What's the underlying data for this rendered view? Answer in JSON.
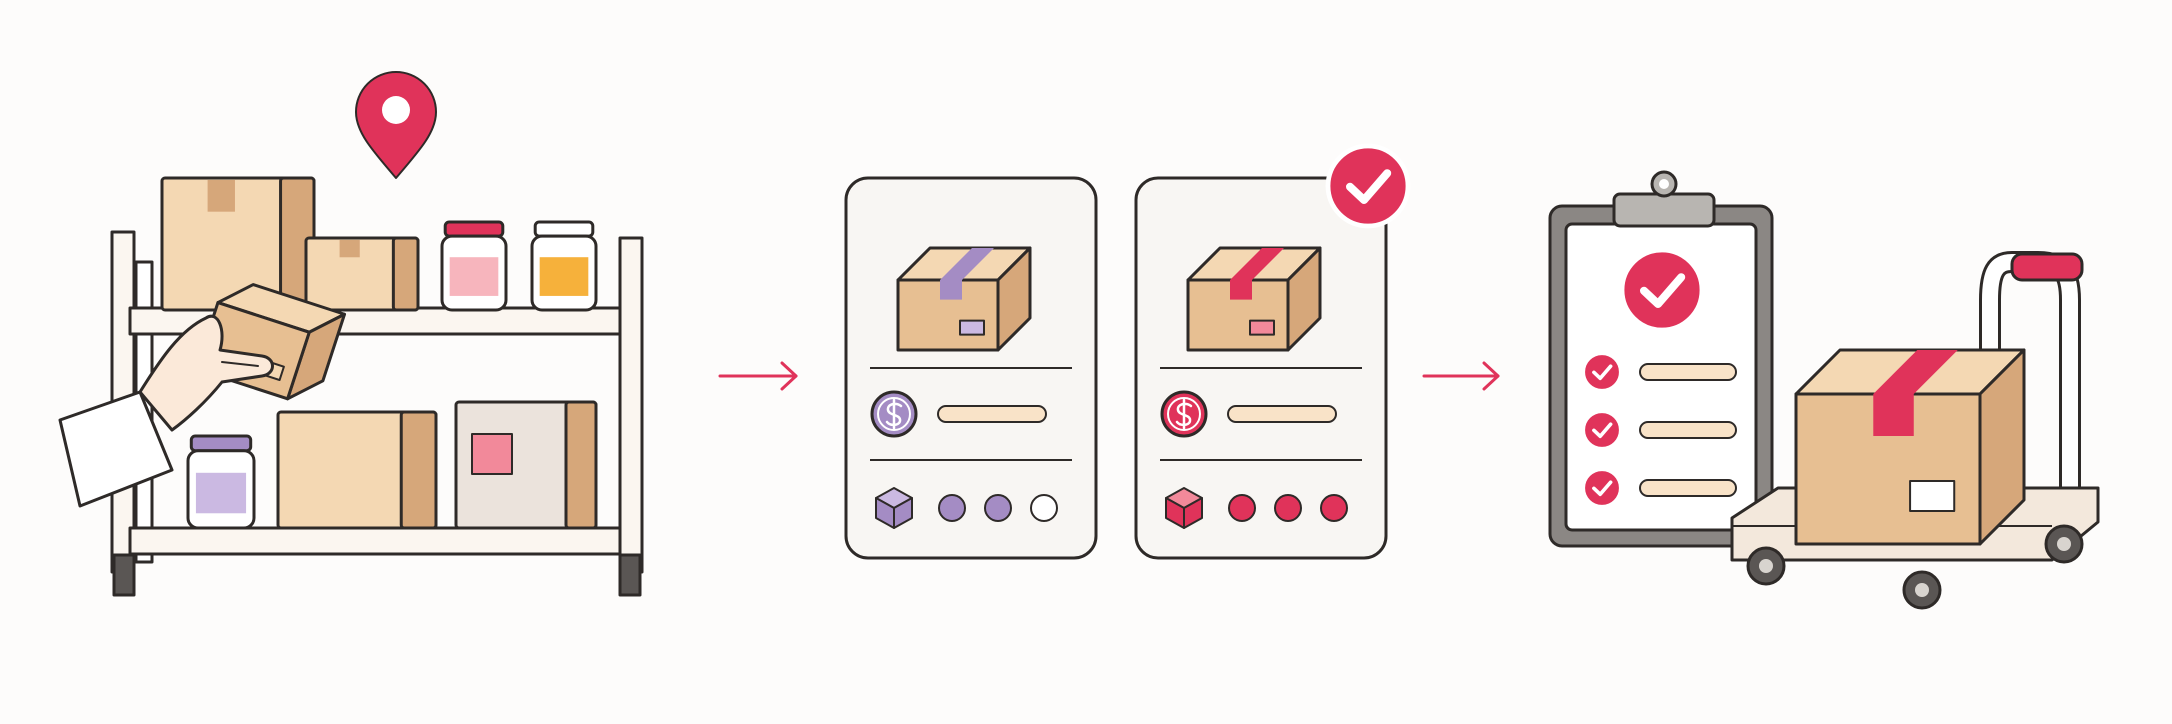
{
  "diagram": {
    "flow": [
      "pick-from-shelf",
      "compare-products",
      "checklist-and-ship"
    ],
    "steps": [
      {
        "id": "pick-from-shelf",
        "icons": [
          "shelf-icon",
          "hand-icon",
          "location-pin-icon",
          "jar-icon",
          "box-icon"
        ]
      },
      {
        "id": "compare-products",
        "cards": [
          {
            "variant": "unselected",
            "accent": "#a48cc4",
            "selected": false,
            "dots_filled": 2,
            "dots_total": 3
          },
          {
            "variant": "selected",
            "accent": "#e0335a",
            "selected": true,
            "dots_filled": 3,
            "dots_total": 3
          }
        ]
      },
      {
        "id": "checklist-and-ship",
        "checklist_items_checked": 3,
        "icons": [
          "clipboard-icon",
          "check-icon",
          "hand-truck-icon",
          "box-icon"
        ]
      }
    ],
    "connectors": [
      "arrow-right-icon",
      "arrow-right-icon"
    ]
  },
  "colors": {
    "accent": "#e0335a",
    "accent_light": "#f2899a",
    "purple": "#a48cc4",
    "purple_light": "#cbb9e2",
    "cardboard": "#f4d8b3",
    "cardboard_dark": "#d6a77a",
    "cardboard_side": "#e7bf92",
    "outline": "#2e2a28",
    "shelf": "#fbf6f0",
    "card_bg": "#f8f6f3",
    "line_fill": "#f9e3c8",
    "jar_yellow": "#f6b13b",
    "jar_pink": "#f7b5bd",
    "dark_leg": "#5a5654",
    "clip_gray": "#b8b5b1",
    "white": "#ffffff"
  }
}
